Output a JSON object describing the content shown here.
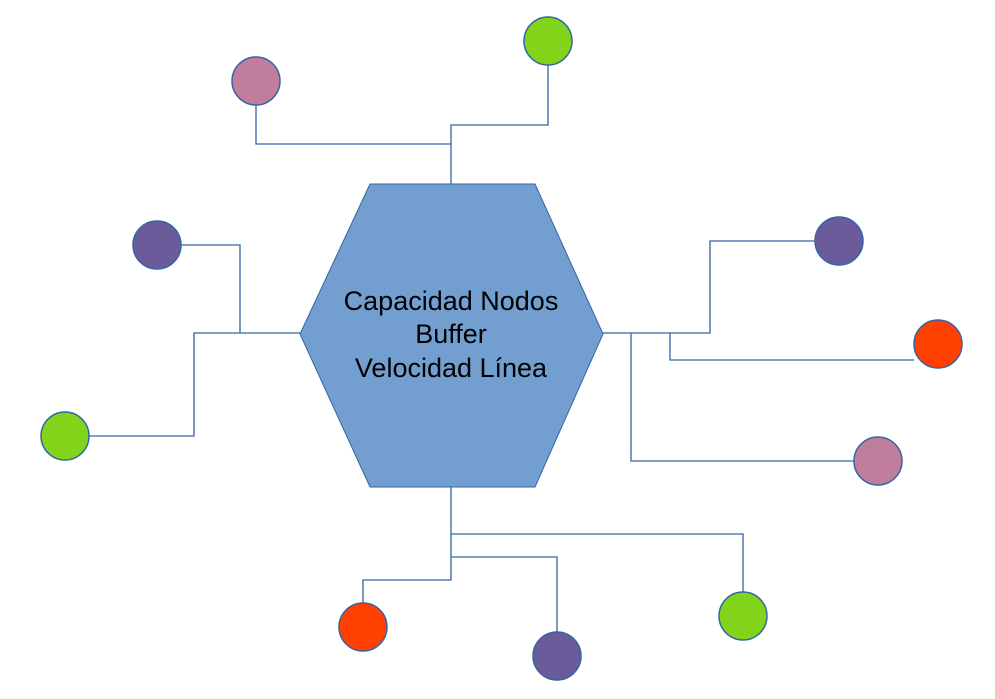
{
  "hub": {
    "lines": [
      "Capacidad Nodos",
      "Buffer",
      "Velocidad Línea"
    ],
    "fill": "#729fcf",
    "stroke": "#3465a4"
  },
  "connector_color": "#3465a4",
  "node_stroke": "#3465a4",
  "nodes": [
    {
      "id": "node-top-left",
      "color": "#c17d9c"
    },
    {
      "id": "node-top",
      "color": "#81d41a"
    },
    {
      "id": "node-left-upper",
      "color": "#6b5b9a"
    },
    {
      "id": "node-left-lower",
      "color": "#81d41a"
    },
    {
      "id": "node-right-upper",
      "color": "#6b5b9a"
    },
    {
      "id": "node-right-middle",
      "color": "#ff4000"
    },
    {
      "id": "node-right-lower",
      "color": "#c17d9c"
    },
    {
      "id": "node-bottom-left",
      "color": "#ff4000"
    },
    {
      "id": "node-bottom-middle",
      "color": "#6b5b9a"
    },
    {
      "id": "node-bottom-right",
      "color": "#81d41a"
    }
  ]
}
